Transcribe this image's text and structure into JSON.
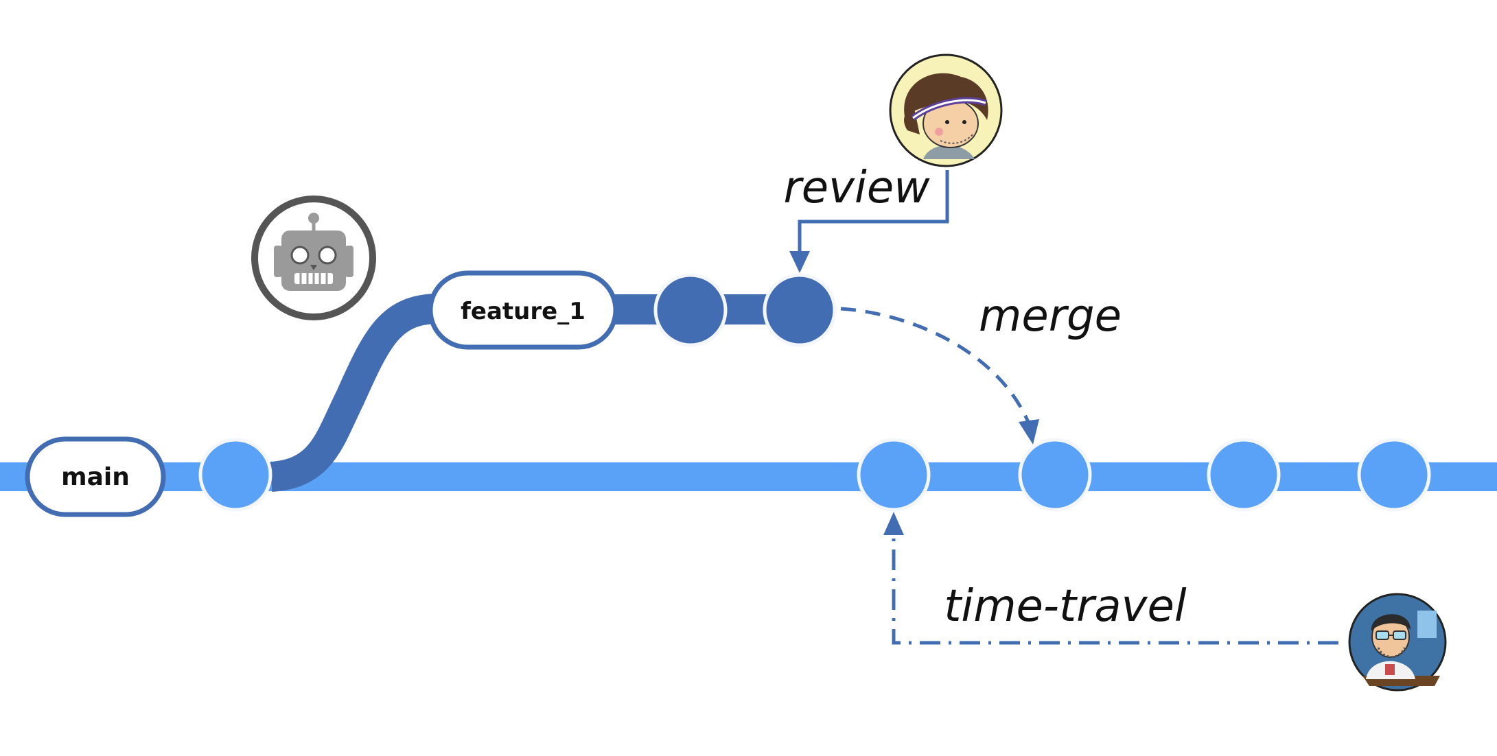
{
  "colors": {
    "main_branch": "#5aa2f8",
    "feature_branch": "#426db2",
    "arrow": "#426db2",
    "commit_outline": "#f3f6fa",
    "robot_ring": "#555555",
    "robot_body": "#9a9a9a",
    "reviewer_bg": "#f7f2b8",
    "developer_bg": "#3f73a6"
  },
  "branches": {
    "main": {
      "label": "main"
    },
    "feature": {
      "label": "feature_1"
    }
  },
  "annotations": {
    "review": "review",
    "merge": "merge",
    "time_travel": "time-travel"
  },
  "icons": {
    "robot": "robot-icon",
    "reviewer": "reviewer-avatar-icon",
    "developer": "developer-avatar-icon"
  }
}
